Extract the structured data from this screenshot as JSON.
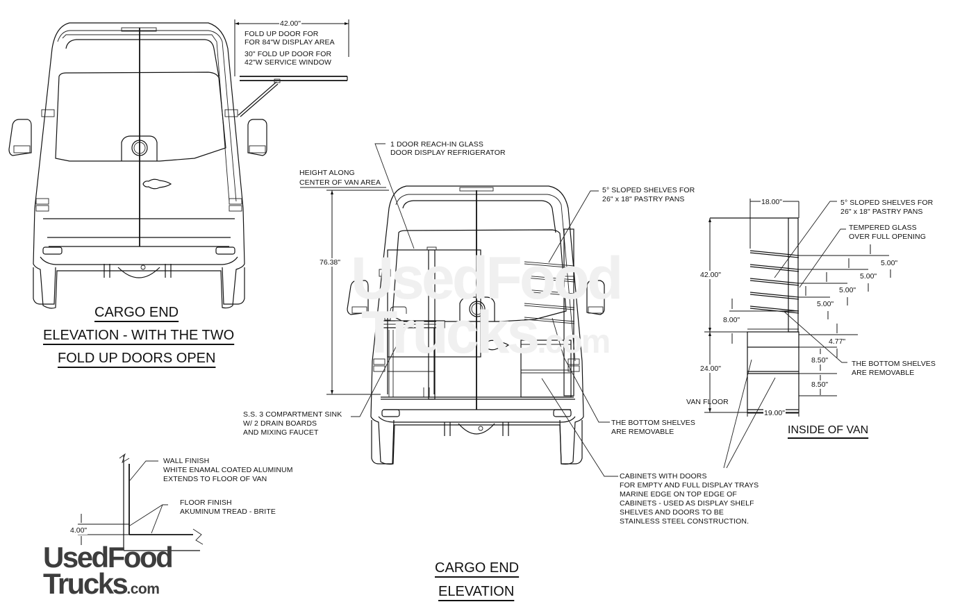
{
  "drawing": {
    "left_view": {
      "title_lines": [
        "CARGO END",
        "ELEVATION - WITH THE TWO",
        "FOLD UP DOORS OPEN"
      ],
      "door_dimension": "42.00\"",
      "door_notes": [
        "FOLD UP DOOR FOR",
        "FOR 84\"W DISPLAY AREA",
        "30\" FOLD UP DOOR FOR",
        "42\"W SERVICE WINDOW"
      ]
    },
    "center_view": {
      "title_lines": [
        "CARGO END",
        "ELEVATION"
      ],
      "height_note": [
        "HEIGHT ALONG",
        "CENTER OF VAN AREA"
      ],
      "height_dimension": "76.38\"",
      "refrigerator_note": [
        "1 DOOR REACH-IN GLASS",
        "DOOR DISPLAY REFRIGERATOR"
      ],
      "shelves_note": [
        "5° SLOPED SHELVES FOR",
        "26\" x 18\" PASTRY PANS"
      ],
      "sink_note": [
        "S.S. 3 COMPARTMENT SINK",
        "W/ 2 DRAIN BOARDS",
        "AND MIXING FAUCET"
      ],
      "removable_note": [
        "THE BOTTOM SHELVES",
        "ARE REMOVABLE"
      ],
      "cabinets_note": [
        "CABINETS WITH DOORS",
        "FOR EMPTY AND FULL DISPLAY TRAYS",
        "MARINE EDGE ON TOP EDGE OF",
        "CABINETS - USED AS DISPLAY SHELF",
        "SHELVES AND DOORS TO BE",
        "STAINLESS STEEL CONSTRUCTION."
      ]
    },
    "right_view": {
      "title": "INSIDE OF VAN",
      "shelves_note": [
        "5° SLOPED SHELVES FOR",
        "26\" x 18\" PASTRY PANS"
      ],
      "glass_note": [
        "TEMPERED GLASS",
        "OVER FULL OPENING"
      ],
      "removable_note": [
        "THE BOTTOM SHELVES",
        "ARE REMOVABLE"
      ],
      "floor_label": "VAN FLOOR",
      "dimensions": {
        "top_width": "18.00\"",
        "upper_height": "42.00\"",
        "lower_height": "24.00\"",
        "base_width": "19.00\"",
        "shelf_gap_1": "5.00\"",
        "shelf_gap_2": "5.00\"",
        "shelf_gap_3": "5.00\"",
        "shelf_gap_4": "5.00\"",
        "bottom_gap": "8.00\"",
        "cabinet_top": "4.77\"",
        "cabinet_shelf_1": "8.50\"",
        "cabinet_shelf_2": "8.50\""
      }
    },
    "detail_view": {
      "wall_note": [
        "WALL FINISH",
        "WHITE ENAMAL COATED ALUMINUM",
        "EXTENDS TO FLOOR OF VAN"
      ],
      "floor_note": [
        "FLOOR FINISH",
        "AKUMINUM TREAD - BRITE"
      ],
      "height_dimension": "4.00\""
    },
    "watermark": {
      "line1": "UsedFood",
      "line2": "Trucks",
      "suffix": ".com"
    }
  }
}
